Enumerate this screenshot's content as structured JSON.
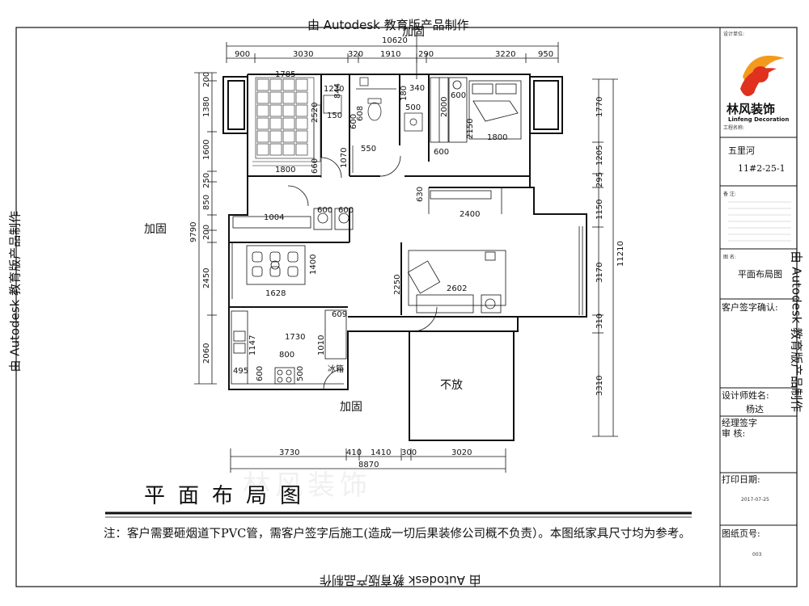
{
  "watermark": "由 Autodesk 教育版产品制作",
  "drawing": {
    "title": "平面布局图",
    "note": "注：客户需要砸烟道下PVC管，需客户签字后施工(造成一切后果装修公司概不负责）。本图纸家具尺寸均为参考。",
    "labels": {
      "reinforce_top": "加固",
      "reinforce_left": "加固",
      "reinforce_bottom": "加固",
      "not_placed": "不放",
      "fridge": "冰箱"
    },
    "dims_top_total": "10620",
    "dims_top": [
      "900",
      "3030",
      "320",
      "1910",
      "290",
      "3220",
      "950"
    ],
    "dims_bottom_total": "8870",
    "dims_bottom": [
      "3730",
      "410",
      "1410",
      "300",
      "3020"
    ],
    "dims_left_total": "9790",
    "dims_left": [
      "200",
      "1380",
      "1600",
      "250",
      "850",
      "200",
      "2450",
      "2060"
    ],
    "dims_right_total": "11210",
    "dims_right": [
      "1770",
      "1205",
      "295",
      "1150",
      "3170",
      "310",
      "3310"
    ],
    "dims_inner": [
      "1785",
      "1230",
      "844",
      "2520",
      "150",
      "1800",
      "660",
      "600",
      "608",
      "1070",
      "550",
      "340",
      "180",
      "500",
      "600",
      "2000",
      "2150",
      "1800",
      "600",
      "630",
      "2400",
      "1004",
      "600",
      "600",
      "1628",
      "1400",
      "2250",
      "2602",
      "1730",
      "609",
      "1147",
      "1010",
      "800",
      "495",
      "600",
      "500"
    ]
  },
  "title_block": {
    "designer_unit": "设计单位:",
    "brand_name": "林风装饰",
    "brand_en": "Linfeng Decoration",
    "project_name_label": "工程名称:",
    "project_name": "五里河",
    "unit_number": "11#2-25-1",
    "remarks_label": "备 注:",
    "drawing_name_label": "图 名:",
    "drawing_name": "平面布局图",
    "client_sign_label": "客户签字确认:",
    "designer_label": "设计师姓名:",
    "designer": "杨达",
    "manager_sign_label": "经理签字",
    "review_label": "审    核:",
    "print_date_label": "打印日期:",
    "print_date": "2017-07-25",
    "sheet_no_label": "图纸页号:",
    "sheet_no": "003"
  },
  "bottom_watermark_logo": "林风装饰",
  "colors": {
    "line": "#111111",
    "brand_red": "#e0301e",
    "brand_orange": "#f39a1e"
  }
}
